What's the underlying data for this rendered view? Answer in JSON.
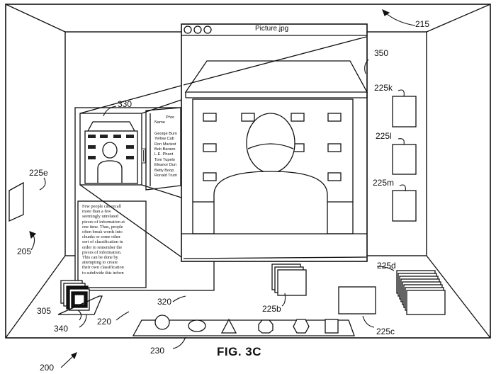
{
  "figure_label": "FIG. 3C",
  "window": {
    "title": "Picture.jpg"
  },
  "document": {
    "lines": [
      "Few people can recall",
      "more than a few",
      "seemingly unrelated",
      "pieces of information at",
      "one time. Thus, people",
      "often break words into",
      "chunks or some other",
      "sort of classification in",
      "order to remember the",
      "pieces of information.",
      "This can be done by",
      "attempting to create",
      "their own classification",
      "to subdivide this inforn"
    ]
  },
  "phone_list": {
    "header": "Phor",
    "column": "Name",
    "names": [
      "George Burn",
      "Yellow Cab",
      "Ron Marieot",
      "Bob Barann",
      "L.E. Phant",
      "Tom Tupelo",
      "Eleanor Dun",
      "Betty Boop",
      "Ronald Trum"
    ]
  },
  "reference_numerals": {
    "n200": "200",
    "n205": "205",
    "n215": "215",
    "n220": "220",
    "n225b": "225b",
    "n225c": "225c",
    "n225d": "225d",
    "n225e": "225e",
    "n225k": "225k",
    "n225l": "225l",
    "n225m": "225m",
    "n230": "230",
    "n305": "305",
    "n320": "320",
    "n330": "330",
    "n340": "340",
    "n350": "350"
  }
}
